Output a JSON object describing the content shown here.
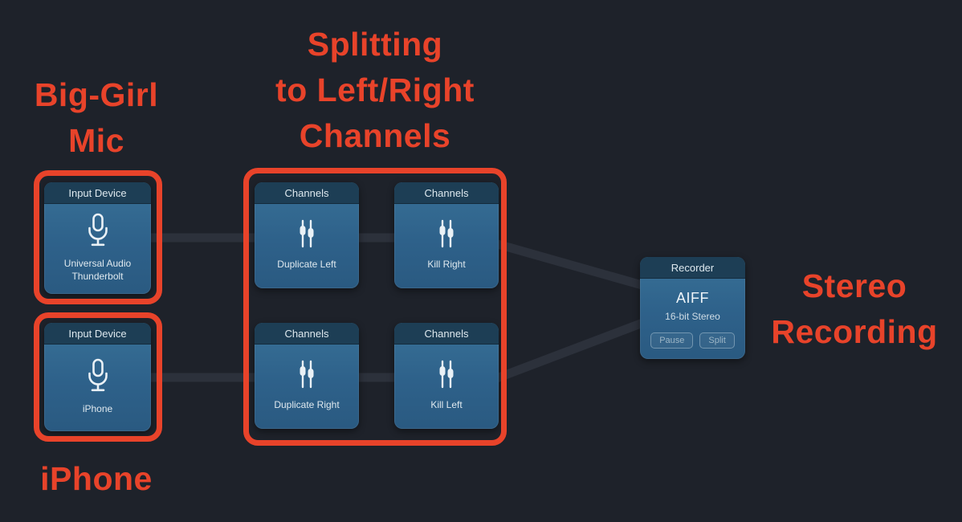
{
  "annotations": {
    "big_girl_mic": {
      "lines": [
        "Big-Girl",
        "Mic"
      ]
    },
    "splitting": {
      "lines": [
        "Splitting",
        "to Left/Right",
        "Channels"
      ]
    },
    "iphone": {
      "lines": [
        "iPhone"
      ]
    },
    "stereo_recording": {
      "lines": [
        "Stereo",
        "Recording"
      ]
    }
  },
  "blocks": {
    "input_top": {
      "header": "Input Device",
      "label": "Universal Audio Thunderbolt",
      "icon": "microphone-icon"
    },
    "input_bottom": {
      "header": "Input Device",
      "label": "iPhone",
      "icon": "microphone-icon"
    },
    "dup_left": {
      "header": "Channels",
      "label": "Duplicate Left",
      "icon": "sliders-icon"
    },
    "kill_right": {
      "header": "Channels",
      "label": "Kill Right",
      "icon": "sliders-icon"
    },
    "dup_right": {
      "header": "Channels",
      "label": "Duplicate Right",
      "icon": "sliders-icon"
    },
    "kill_left": {
      "header": "Channels",
      "label": "Kill Left",
      "icon": "sliders-icon"
    },
    "recorder": {
      "header": "Recorder",
      "format": "AIFF",
      "detail": "16-bit Stereo",
      "buttons": {
        "pause": "Pause",
        "split": "Split"
      }
    }
  },
  "colors": {
    "background": "#1e222a",
    "annotation_red": "#e8432a",
    "block_body": "#33698f",
    "block_header": "#1d3e55",
    "pipe": "#2c313b"
  }
}
